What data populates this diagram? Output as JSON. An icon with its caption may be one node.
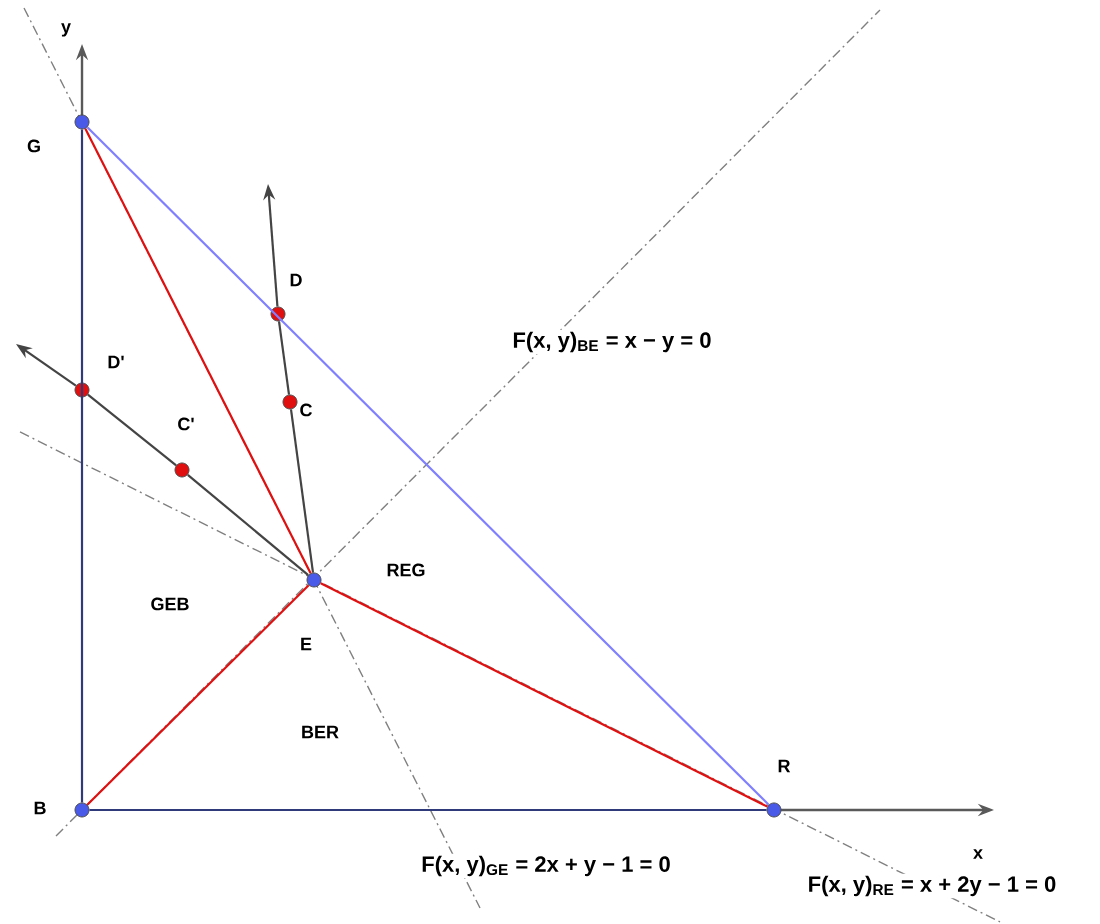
{
  "diagram": {
    "nodes": [
      {
        "text": [],
        "shape": "circle",
        "beside": [
          "G"
        ]
      },
      {
        "text": [],
        "shape": "circle",
        "beside": [
          "D'"
        ]
      },
      {
        "text": [],
        "shape": "circle",
        "beside": [
          "C'"
        ]
      },
      {
        "text": [],
        "shape": "circle",
        "beside": [
          "D"
        ]
      },
      {
        "text": [],
        "shape": "circle",
        "beside": [
          "C"
        ]
      },
      {
        "text": [],
        "shape": "circle",
        "beside": [
          "E"
        ]
      },
      {
        "text": [],
        "shape": "circle",
        "beside": [
          "B"
        ]
      },
      {
        "text": [],
        "shape": "circle",
        "beside": [
          "R"
        ]
      }
    ],
    "edges": [
      {
        "from": 6,
        "to": 0,
        "arrow": "none",
        "color": "#2e3a7a"
      },
      {
        "from": 6,
        "to": 7,
        "arrow": "none",
        "color": "#2e3a7a"
      },
      {
        "from": 0,
        "to": 7,
        "arrow": "none",
        "color": "#7f7fff"
      },
      {
        "from": 0,
        "to": 5,
        "arrow": "none",
        "color": "#e01010"
      },
      {
        "from": 6,
        "to": 5,
        "arrow": "none",
        "color": "#e01010"
      },
      {
        "from": 7,
        "to": 5,
        "arrow": "none",
        "color": "#e01010"
      },
      {
        "from": 5,
        "to": 4,
        "arrow": "none",
        "color": "#444444"
      },
      {
        "from": 4,
        "to": 3,
        "arrow": "none",
        "color": "#444444"
      },
      {
        "from": 3,
        "to": null,
        "arrow": "to",
        "color": "#444444"
      },
      {
        "from": 5,
        "to": 2,
        "arrow": "none",
        "color": "#444444"
      },
      {
        "from": 2,
        "to": 1,
        "arrow": "none",
        "color": "#444444"
      },
      {
        "from": 1,
        "to": null,
        "arrow": "to",
        "color": "#444444"
      }
    ],
    "labels": [
      "y",
      "F(x, y)$_{BE}$ = x − y = 0",
      "REG",
      "GEB",
      "BER",
      "F(x, y)$_{GE}$ = 2x + y − 1 = 0",
      "x",
      "F(x, y)$_{RE}$ = x + 2y − 1 = 0"
    ]
  }
}
